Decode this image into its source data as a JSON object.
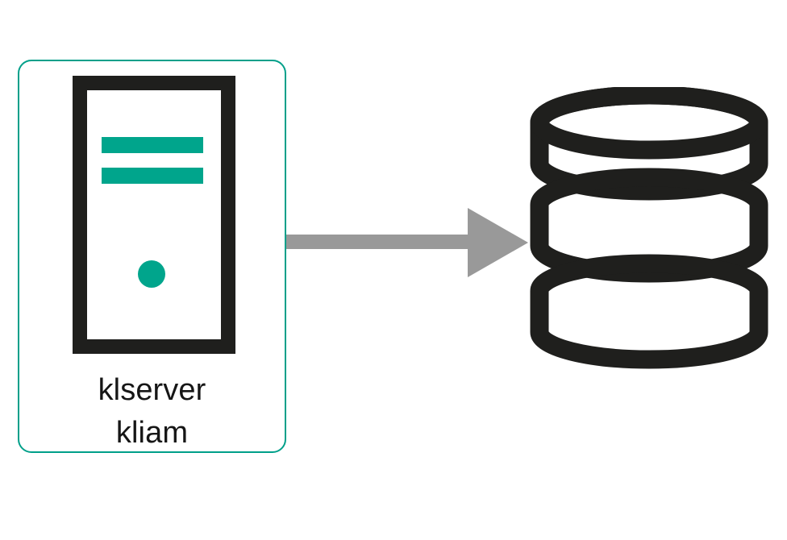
{
  "diagram": {
    "type": "architecture-flow",
    "title": "",
    "background_color": "#ffffff",
    "nodes": [
      {
        "id": "server",
        "shape": "rounded-rectangle",
        "icon": "server-tower-icon",
        "label_line1": "klserver",
        "label_line2": "kliam",
        "border_color": "#00a08a",
        "fill_color": "#ffffff",
        "icon_frame_color": "#1f1f1d",
        "icon_accent_color": "#00a58c",
        "text_color": "#161616"
      },
      {
        "id": "database",
        "shape": "cylinder-stack",
        "icon": "database-icon",
        "label": "",
        "stroke_color": "#1f1f1d",
        "fill_color": "#ffffff",
        "disks": 3
      }
    ],
    "edges": [
      {
        "id": "server-to-database",
        "from": "server",
        "to": "database",
        "style": "block-arrow",
        "direction": "right",
        "color": "#999999",
        "label": ""
      }
    ],
    "colors": {
      "accent_teal": "#00a58c",
      "border_teal": "#00a08a",
      "ink_black": "#1f1f1d",
      "arrow_gray": "#999999",
      "text": "#161616",
      "white": "#ffffff"
    }
  }
}
